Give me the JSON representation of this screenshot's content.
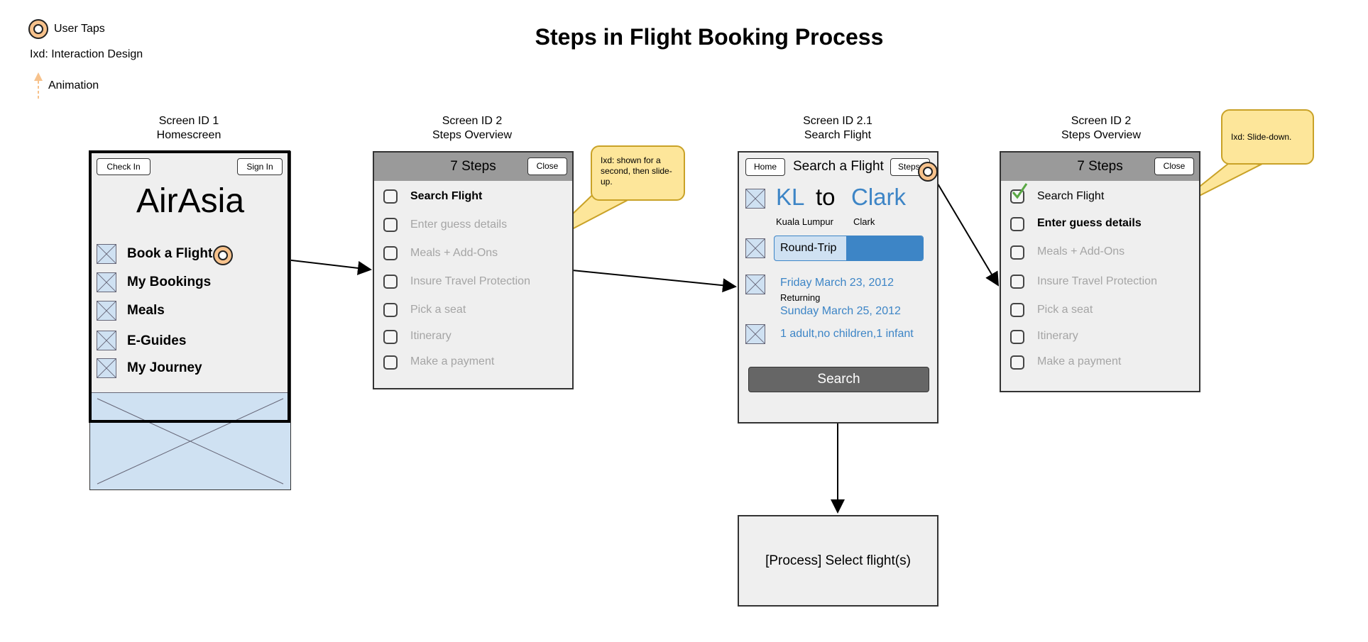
{
  "title": "Steps in Flight Booking Process",
  "legend": {
    "user_taps": "User Taps",
    "ixd": "Ixd: Interaction Design",
    "animation": "Animation"
  },
  "screen1": {
    "id": "Screen ID 1",
    "name": "Homescreen",
    "check_in": "Check In",
    "sign_in": "Sign In",
    "brand": "AirAsia",
    "menu": [
      "Book a Flight",
      "My Bookings",
      "Meals",
      "E-Guides",
      "My Journey"
    ]
  },
  "screen2": {
    "id": "Screen ID 2",
    "name": "Steps Overview",
    "header": "7 Steps",
    "close": "Close",
    "steps": [
      "Search Flight",
      "Enter guess details",
      "Meals + Add-Ons",
      "Insure Travel Protection",
      "Pick a seat",
      "Itinerary",
      "Make a payment"
    ],
    "callout": "Ixd: shown for a second, then slide-up."
  },
  "screen21": {
    "id": "Screen ID 2.1",
    "name": "Search Flight",
    "home": "Home",
    "header": "Search a Flight",
    "steps_btn": "Steps",
    "from_code": "KL",
    "to_word": "to",
    "to_code": "Clark",
    "from_name": "Kuala Lumpur",
    "to_name": "Clark",
    "trip": "Round-Trip",
    "depart_date": "Friday March 23, 2012",
    "returning": "Returning",
    "return_date": "Sunday March 25, 2012",
    "pax_adult": "1 adult",
    "pax_children": "no children",
    "pax_infant": "1 infant",
    "search": "Search"
  },
  "screen2b": {
    "id": "Screen ID 2",
    "name": "Steps Overview",
    "header": "7 Steps",
    "close": "Close",
    "steps": [
      "Search Flight",
      "Enter guess details",
      "Meals + Add-Ons",
      "Insure Travel Protection",
      "Pick a seat",
      "Itinerary",
      "Make a payment"
    ],
    "callout": "Ixd: Slide-down."
  },
  "process": "[Process] Select flight(s)",
  "colors": {
    "header_gray": "#9a9a9a",
    "accent_blue": "#3d85c6",
    "callout_yellow": "#fde69a",
    "tap_orange": "#f7c28c",
    "image_blue": "#cfe1f2"
  }
}
